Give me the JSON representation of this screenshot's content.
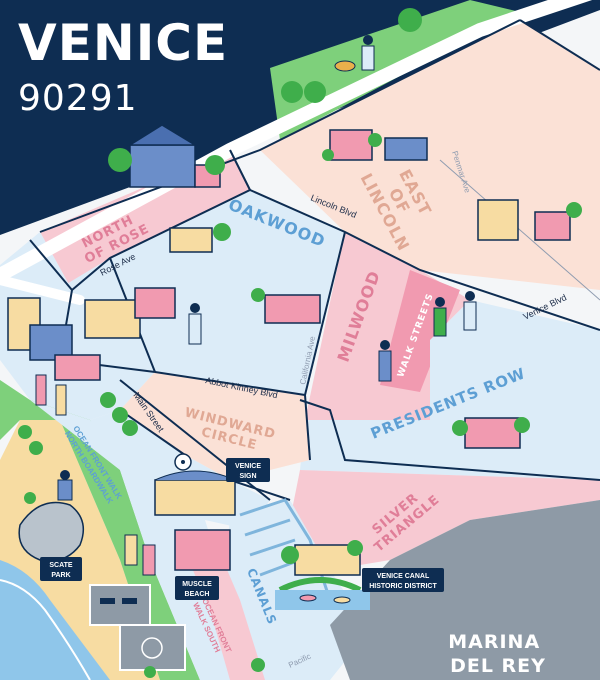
{
  "title": {
    "city": "VENICE",
    "zip": "90291"
  },
  "colors": {
    "navy": "#0e2d52",
    "pink": "#f7c9d2",
    "pink_strong": "#f19ab0",
    "peach": "#fbe1d6",
    "light_blue": "#dcecf8",
    "green": "#7ed07b",
    "sand": "#f7dca2",
    "ocean": "#8fc6ea",
    "gray": "#8e9aa6",
    "white": "#ffffff"
  },
  "neighborhoods": {
    "north_of_rose": [
      "NORTH",
      "OF ROSE"
    ],
    "oakwood": "OAKWOOD",
    "east_of_lincoln": [
      "EAST",
      "OF",
      "LINCOLN"
    ],
    "milwood": "MILWOOD",
    "walk_streets": "WALK STREETS",
    "presidents_row": "PRESIDENTS ROW",
    "windward_circle": [
      "WINDWARD",
      "CIRCLE"
    ],
    "silver_triangle": [
      "SILVER",
      "TRIANGLE"
    ],
    "canals": "CANALS",
    "marina_del_rey": [
      "MARINA",
      "DEL REY"
    ]
  },
  "streets": {
    "lincoln": "Lincoln Blvd",
    "rose": "Rose Ave",
    "venice": "Venice Blvd",
    "abbot_kinney": "Abbot Kinney Blvd",
    "main": "Main Street",
    "california": "California Ave",
    "penmar": "Penmar Ave",
    "ocean_front_north": [
      "OCEAN FRONT WALK",
      "NORTH BOARDWALK"
    ],
    "ocean_front_south": [
      "OCEAN FRONT",
      "WALK SOUTH"
    ],
    "pacific": "Pacific"
  },
  "landmarks": {
    "venice_sign": [
      "VENICE",
      "SIGN"
    ],
    "skate_park": [
      "SCATE",
      "PARK"
    ],
    "muscle_beach": [
      "MUSCLE",
      "BEACH"
    ],
    "canal_historic": [
      "VENICE CANAL",
      "HISTORIC DISTRICT"
    ]
  },
  "icons": [
    "tree-icon",
    "palm-tree-icon",
    "house-icon",
    "person-icon",
    "dog-icon",
    "skater-icon",
    "boat-icon",
    "bench-icon",
    "basketball-court-icon"
  ]
}
